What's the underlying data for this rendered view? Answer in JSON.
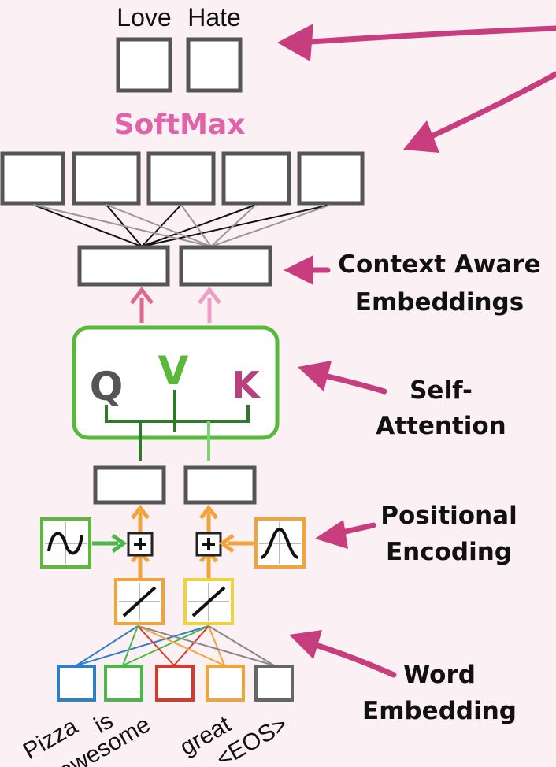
{
  "outputs": {
    "love": "Love",
    "hate": "Hate"
  },
  "softmax": "SoftMax",
  "qvk": {
    "q": "Q",
    "v": "V",
    "k": "K"
  },
  "labels": {
    "context_line1": "Context Aware",
    "context_line2": "Embeddings",
    "self_line1": "Self-",
    "self_line2": "Attention",
    "pos_line1": "Positional",
    "pos_line2": "Encoding",
    "word_line1": "Word",
    "word_line2": "Embedding"
  },
  "input_words": [
    "Pizza",
    "is",
    "awesome",
    "great",
    "<EOS>"
  ],
  "colors": {
    "background": "#fbf0f3",
    "pointer_arrow": "#c73d7e",
    "softmax_text": "#e062a8",
    "attention_box": "#5ab83a",
    "positional_arrows": "#f2a33a",
    "word_box_blue": "#2f7fc6",
    "word_box_green": "#49b848",
    "word_box_red": "#d63a2e",
    "word_box_orange": "#f2a33a",
    "word_box_gray": "#666666"
  }
}
